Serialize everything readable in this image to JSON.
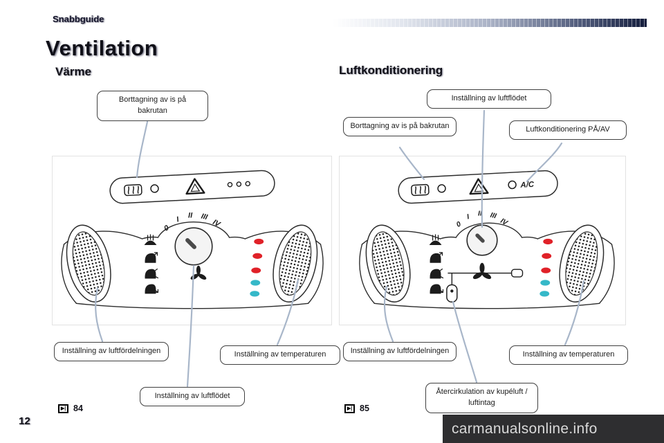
{
  "page": {
    "header": "Snabbguide",
    "title": "Ventilation",
    "page_number": "12",
    "watermark": "carmanualsonline.info"
  },
  "heater_section": {
    "subtitle": "Värme",
    "page_ref": "84",
    "callouts": {
      "rear_defrost": "Borttagning av is på bakrutan",
      "air_distribution": "Inställning av luftfördelningen",
      "temperature": "Inställning av temperaturen",
      "air_flow": "Inställning av luftflödet"
    }
  },
  "ac_section": {
    "subtitle": "Luftkonditionering",
    "page_ref": "85",
    "ac_button": "A/C",
    "callouts": {
      "air_flow": "Inställning av luftflödet",
      "rear_defrost": "Borttagning av is på bakrutan",
      "ac_on_off": "Luftkonditionering PÅ/AV",
      "air_distribution": "Inställning av luftfördelningen",
      "temperature": "Inställning av temperaturen",
      "recirculation": "Återcirkulation av kupéluft / luftintag"
    }
  },
  "diagram": {
    "dial_labels": [
      "0",
      "I",
      "II",
      "III",
      "IV"
    ],
    "colors": {
      "hot": "#e02128",
      "cold": "#35b8c8"
    }
  },
  "icons": {
    "page_ref": "▶|"
  }
}
